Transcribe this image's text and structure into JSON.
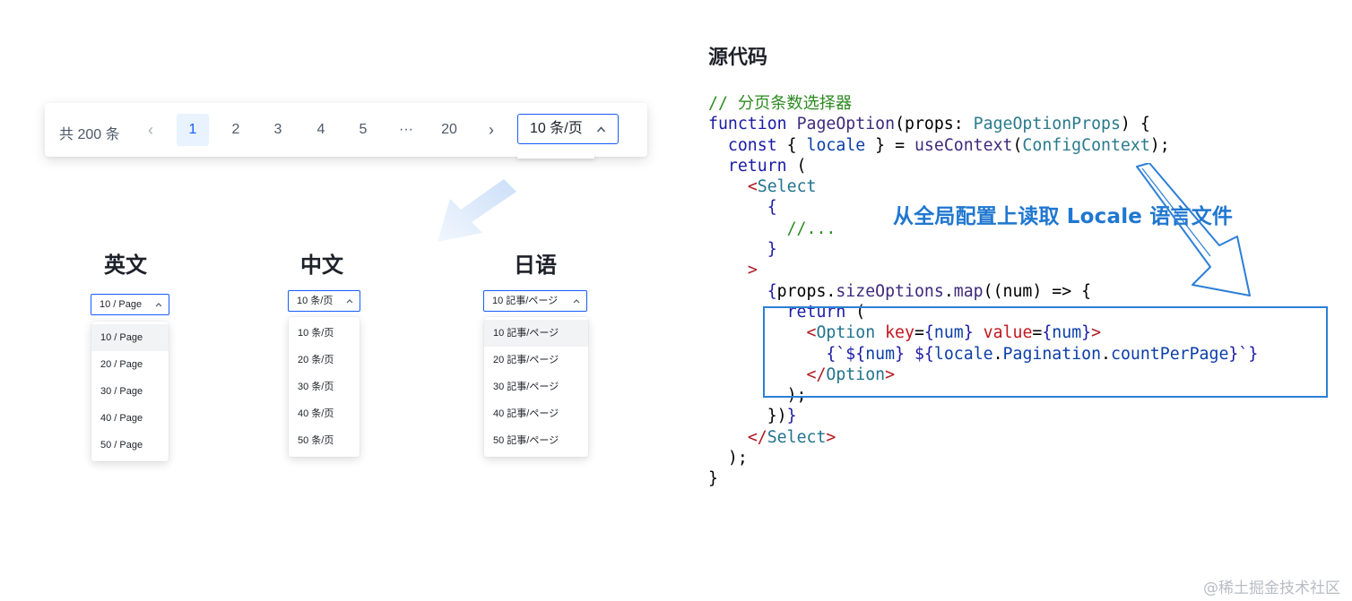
{
  "pagination": {
    "total_label": "共 200 条",
    "prev_icon": "‹",
    "pages": [
      "1",
      "2",
      "3",
      "4",
      "5",
      "···",
      "20"
    ],
    "active_page": "1",
    "next_icon": "›",
    "page_size_label": "10 条/页",
    "chevron_up": "⌃"
  },
  "locales": [
    {
      "title": "英文",
      "selected": "10 / Page",
      "options": [
        "10 / Page",
        "20 / Page",
        "30 / Page",
        "40 / Page",
        "50 / Page"
      ]
    },
    {
      "title": "中文",
      "selected": "10 条/页",
      "options": [
        "10 条/页",
        "20 条/页",
        "30 条/页",
        "40 条/页",
        "50 条/页"
      ]
    },
    {
      "title": "日语",
      "selected": "10 記事/ページ",
      "options": [
        "10 記事/ページ",
        "20 記事/ページ",
        "30 記事/ページ",
        "40 記事/ページ",
        "50 記事/ページ"
      ]
    }
  ],
  "code_panel": {
    "heading": "源代码",
    "annotation": "从全局配置上读取 Locale 语言文件"
  },
  "watermark": "@稀土掘金技术社区",
  "colors": {
    "primary": "#165dff",
    "active_bg": "#e8f3ff",
    "annotation": "#1f77d0",
    "arrow_fill": "#c9ddf8"
  }
}
